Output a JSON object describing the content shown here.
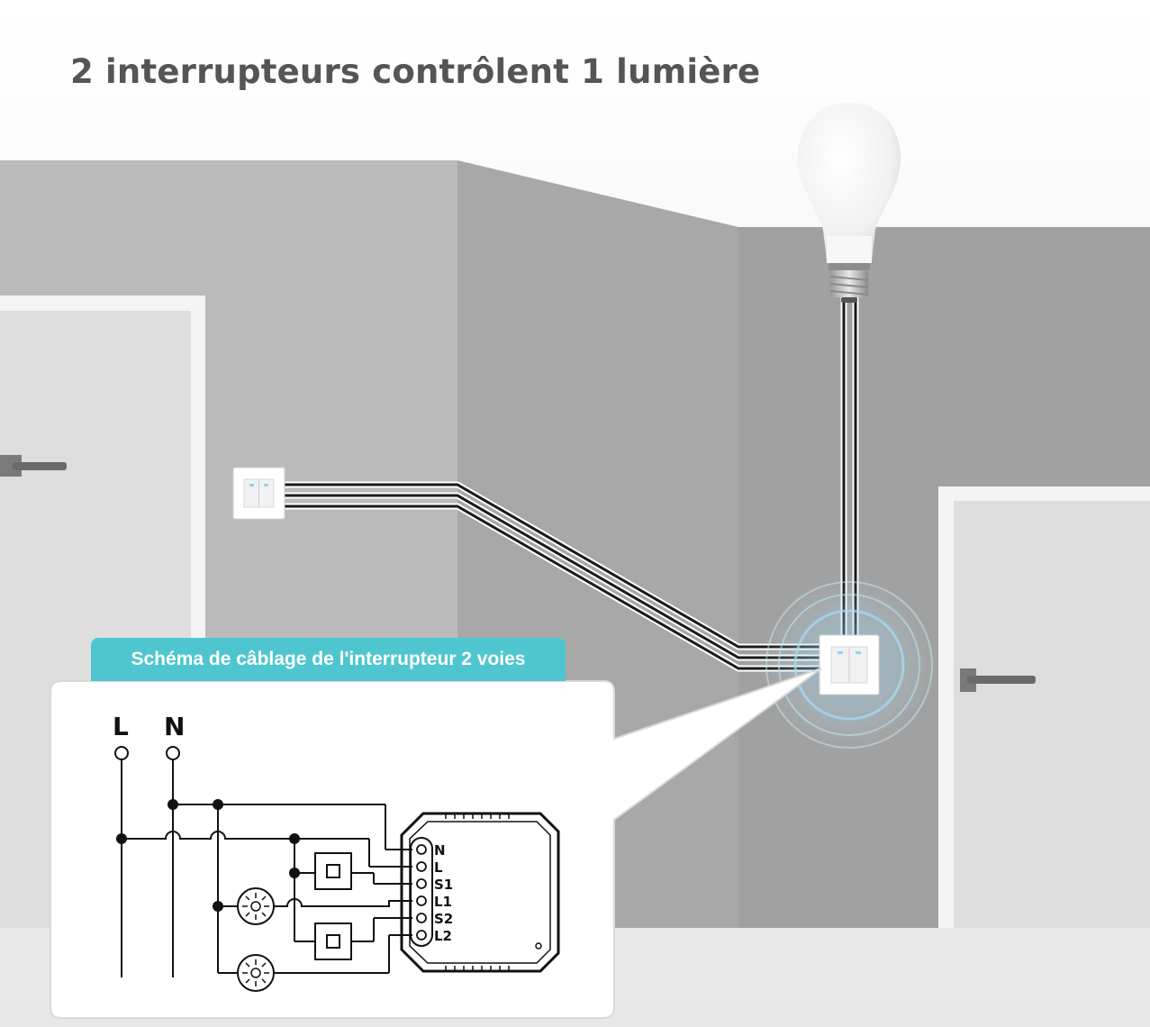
{
  "title": "2 interrupteurs contrôlent 1 lumière",
  "panel": {
    "label": "Schéma de câblage de l'interrupteur 2 voies"
  },
  "schematic": {
    "supply_labels": [
      "L",
      "N"
    ],
    "terminals": [
      "N",
      "L",
      "S1",
      "L1",
      "S2",
      "L2"
    ]
  },
  "icons": [
    "light-bulb-icon",
    "wall-switch-icon",
    "door-handle-icon",
    "lamp-symbol-icon",
    "switch-symbol-icon"
  ],
  "colors": {
    "accent": "#4fc6cf",
    "wall_light": "#bdbdbd",
    "wall_mid": "#a9a9a9",
    "wall_dark": "#9e9e9e",
    "cable": "#1a1a1a"
  }
}
